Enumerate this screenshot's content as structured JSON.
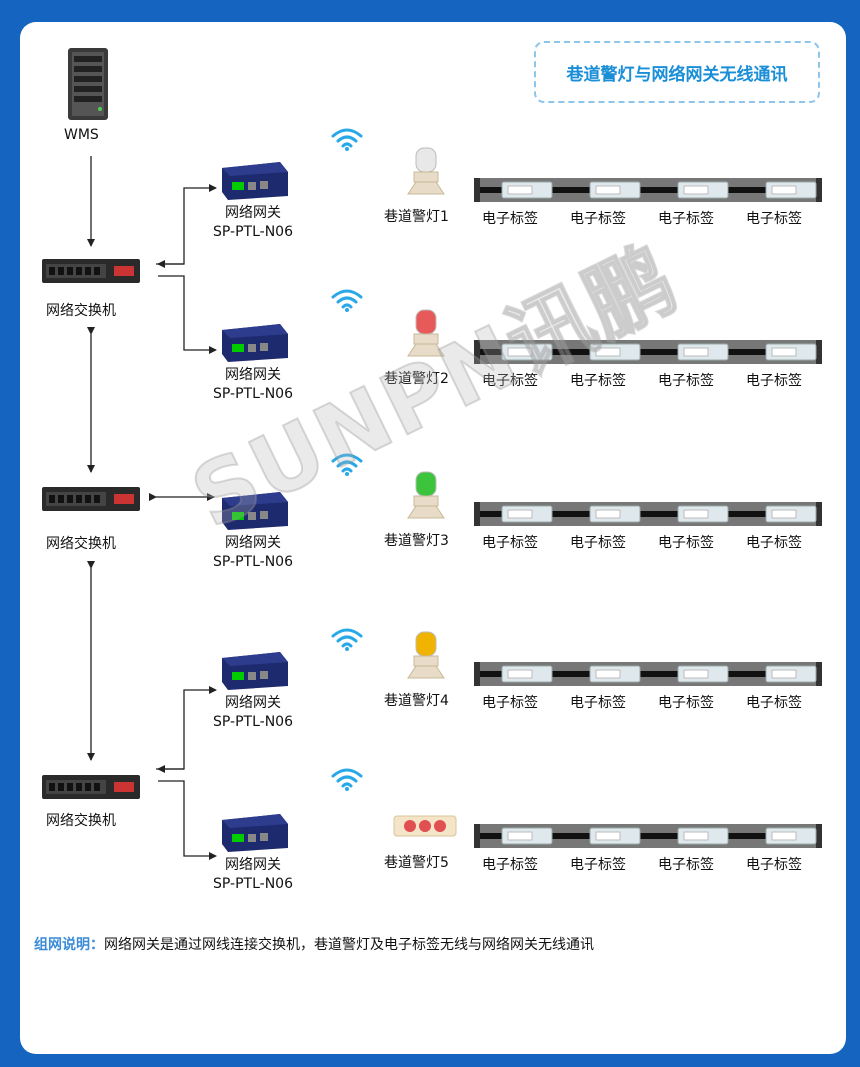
{
  "title": "巷道警灯与网络网关无线通讯",
  "wms_label": "WMS",
  "switch_label": "网络交换机",
  "gateway": {
    "name": "网络网关",
    "model": "SP-PTL-N06"
  },
  "tag_label": "电子标签",
  "lamps": [
    {
      "label": "巷道警灯1",
      "color": "#e8e8e8"
    },
    {
      "label": "巷道警灯2",
      "color": "#e85a5a"
    },
    {
      "label": "巷道警灯3",
      "color": "#3cc43c"
    },
    {
      "label": "巷道警灯4",
      "color": "#f0b400"
    },
    {
      "label": "巷道警灯5",
      "color": "#e05050"
    }
  ],
  "note": {
    "key": "组网说明：",
    "text": "网络网关是通过网线连接交换机，巷道警灯及电子标签无线与网络网关无线通讯"
  },
  "watermark": "SUNPN讯鹏",
  "colors": {
    "background": "#1565c0",
    "accent": "#1a8fd8",
    "wifi": "#29a8e8"
  }
}
